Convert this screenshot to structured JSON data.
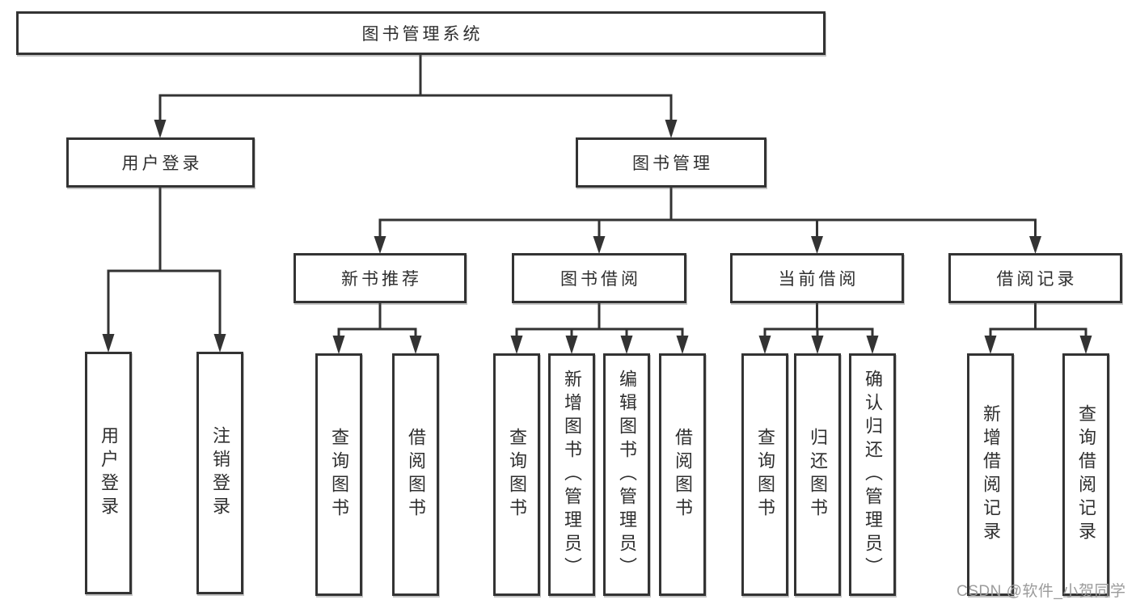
{
  "diagram": {
    "colors": {
      "line": "#333333",
      "box_border": "#333333",
      "text": "#2f2f2f",
      "background": "#ffffff",
      "watermark": "#9b9b9b"
    },
    "root": {
      "label": "图书管理系统"
    },
    "branches": [
      {
        "label": "用户登录",
        "leaves": [
          {
            "label": "用户登录"
          },
          {
            "label": "注销登录"
          }
        ]
      },
      {
        "label": "图书管理",
        "children": [
          {
            "label": "新书推荐",
            "leaves": [
              {
                "label": "查询图书"
              },
              {
                "label": "借阅图书"
              }
            ]
          },
          {
            "label": "图书借阅",
            "leaves": [
              {
                "label": "查询图书"
              },
              {
                "label": "新增图书（管理员）"
              },
              {
                "label": "编辑图书（管理员）"
              },
              {
                "label": "借阅图书"
              }
            ]
          },
          {
            "label": "当前借阅",
            "leaves": [
              {
                "label": "查询图书"
              },
              {
                "label": "归还图书"
              },
              {
                "label": "确认归还（管理员）"
              }
            ]
          },
          {
            "label": "借阅记录",
            "leaves": [
              {
                "label": "新增借阅记录"
              },
              {
                "label": "查询借阅记录"
              }
            ]
          }
        ]
      }
    ],
    "watermark": "CSDN @软件_小贺同学"
  }
}
